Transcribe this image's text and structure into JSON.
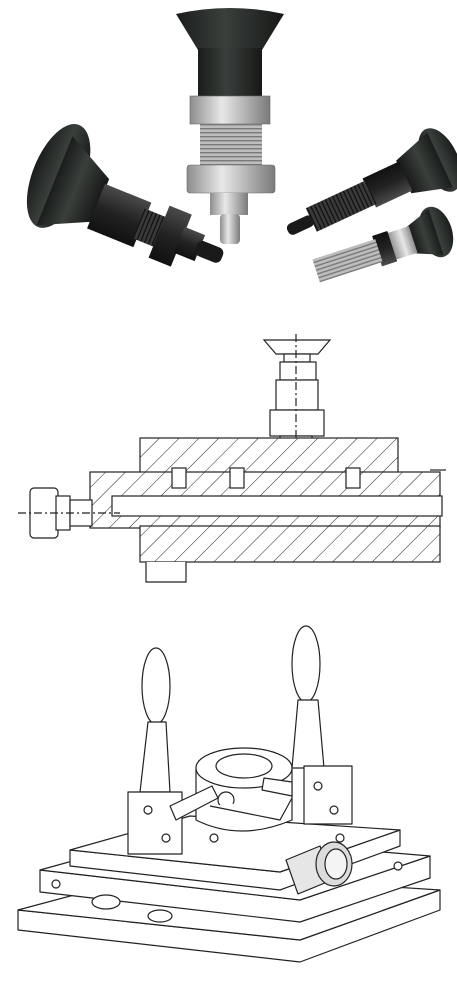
{
  "panels": [
    {
      "id": "photo",
      "kind": "product-photo",
      "subject": "indexing-plungers"
    },
    {
      "id": "section",
      "kind": "technical-drawing",
      "subject": "cross-section"
    },
    {
      "id": "fixture",
      "kind": "technical-drawing",
      "subject": "clamp-fixture"
    }
  ],
  "colors": {
    "background": "#ffffff",
    "knob": "#2b2f2c",
    "knob_dark": "#1d201e",
    "steel": "#c4c4c4",
    "steel_dark": "#8a8a8a",
    "black_body": "#2a2a2a",
    "line": "#222222"
  }
}
